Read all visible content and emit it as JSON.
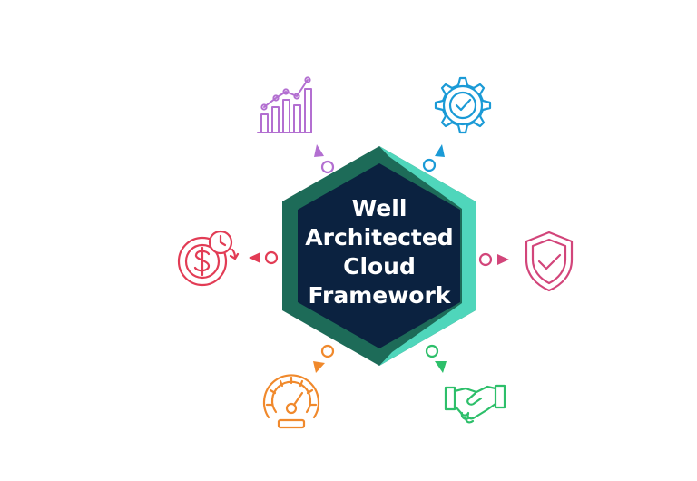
{
  "center": {
    "title_lines": [
      "Well",
      "Architected",
      "Cloud",
      "Framework"
    ],
    "fill_color": "#0b2240",
    "border_dark": "#1d6b58",
    "border_light": "#4fd6bb"
  },
  "pillars": [
    {
      "icon": "growth-chart-icon",
      "color": "#b36fd1"
    },
    {
      "icon": "gear-check-icon",
      "color": "#1a9ad6"
    },
    {
      "icon": "shield-check-icon",
      "color": "#d2457a"
    },
    {
      "icon": "handshake-icon",
      "color": "#2dbf6a"
    },
    {
      "icon": "speedometer-icon",
      "color": "#f0892c"
    },
    {
      "icon": "dollar-clock-icon",
      "color": "#e23c55"
    }
  ]
}
